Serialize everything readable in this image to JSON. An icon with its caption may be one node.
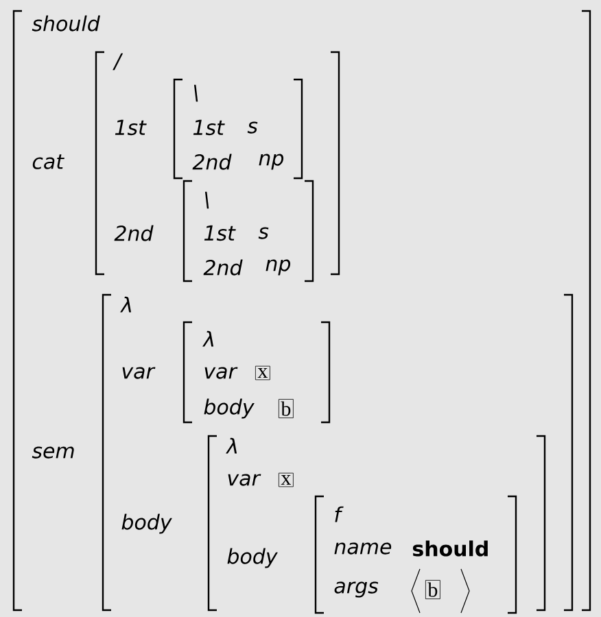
{
  "diagram": {
    "nodes": [
      {
        "text": [
          "should",
          "cat",
          "sem"
        ]
      },
      {
        "text": [
          "/",
          "1st",
          "2nd"
        ],
        "in": 0
      },
      {
        "text": [
          "\\",
          "1st",
          "s",
          "2nd",
          "np"
        ],
        "in": 1
      },
      {
        "text": [
          "\\",
          "1st",
          "s",
          "2nd",
          "np"
        ],
        "in": 1
      },
      {
        "text": [
          "λ",
          "var",
          "body"
        ],
        "in": 0
      },
      {
        "text": [
          "λ",
          "var",
          "x",
          "body",
          "b"
        ],
        "in": 4
      },
      {
        "text": [
          "λ",
          "var",
          "x",
          "body"
        ],
        "in": 4
      },
      {
        "text": [
          "f",
          "name",
          "should",
          "args",
          "b"
        ],
        "in": 6
      }
    ]
  }
}
